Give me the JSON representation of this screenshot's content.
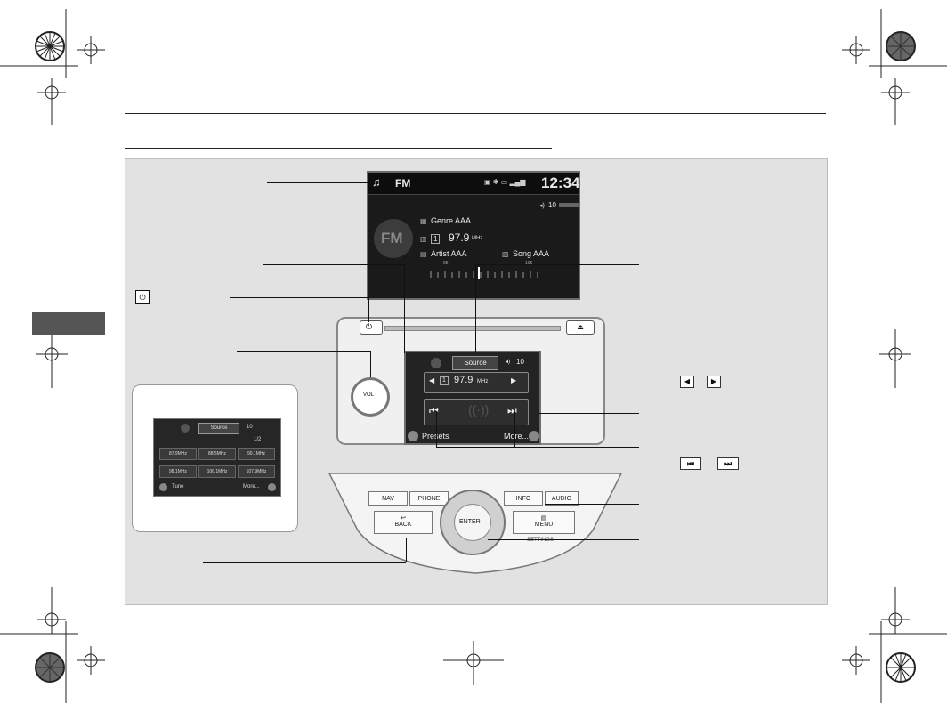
{
  "colors": {
    "panel_bg": "#e2e2e2",
    "screen_bg": "#1a1a1a",
    "sidebar_tab": "#555555"
  },
  "upper_screen": {
    "mode": "FM",
    "clock": "12:34",
    "volume": "10",
    "genre": "Genre AAA",
    "preset_num": "1",
    "frequency": "97.9",
    "unit": "MHz",
    "artist": "Artist AAA",
    "song": "Song AAA",
    "scale_low": "95",
    "scale_high": "105",
    "logo": "FM"
  },
  "lower_screen": {
    "source_label": "Source",
    "volume": "10",
    "preset_num": "1",
    "frequency": "97.9",
    "unit": "MHz",
    "presets_label": "Presets",
    "more_label": "More..."
  },
  "unit": {
    "vol_label": "VOL"
  },
  "inset_screen": {
    "source_label": "Source",
    "volume": "10",
    "page": "1/2",
    "presets": [
      "87.9MHz",
      "88.5MHz",
      "90.1MHz",
      "98.1MHz",
      "106.1MHz",
      "107.9MHz"
    ],
    "tune_label": "Tune",
    "more_label": "More..."
  },
  "console": {
    "nav": "NAV",
    "phone": "PHONE",
    "info": "INFO",
    "audio": "AUDIO",
    "back": "BACK",
    "menu": "MENU",
    "enter": "ENTER",
    "settings": "SETTINGS"
  },
  "callout_symbols": {
    "power_icon": "power-icon",
    "seek_left": "◀",
    "seek_right": "▶",
    "skip_back": "⏮",
    "skip_forward": "⏭"
  }
}
